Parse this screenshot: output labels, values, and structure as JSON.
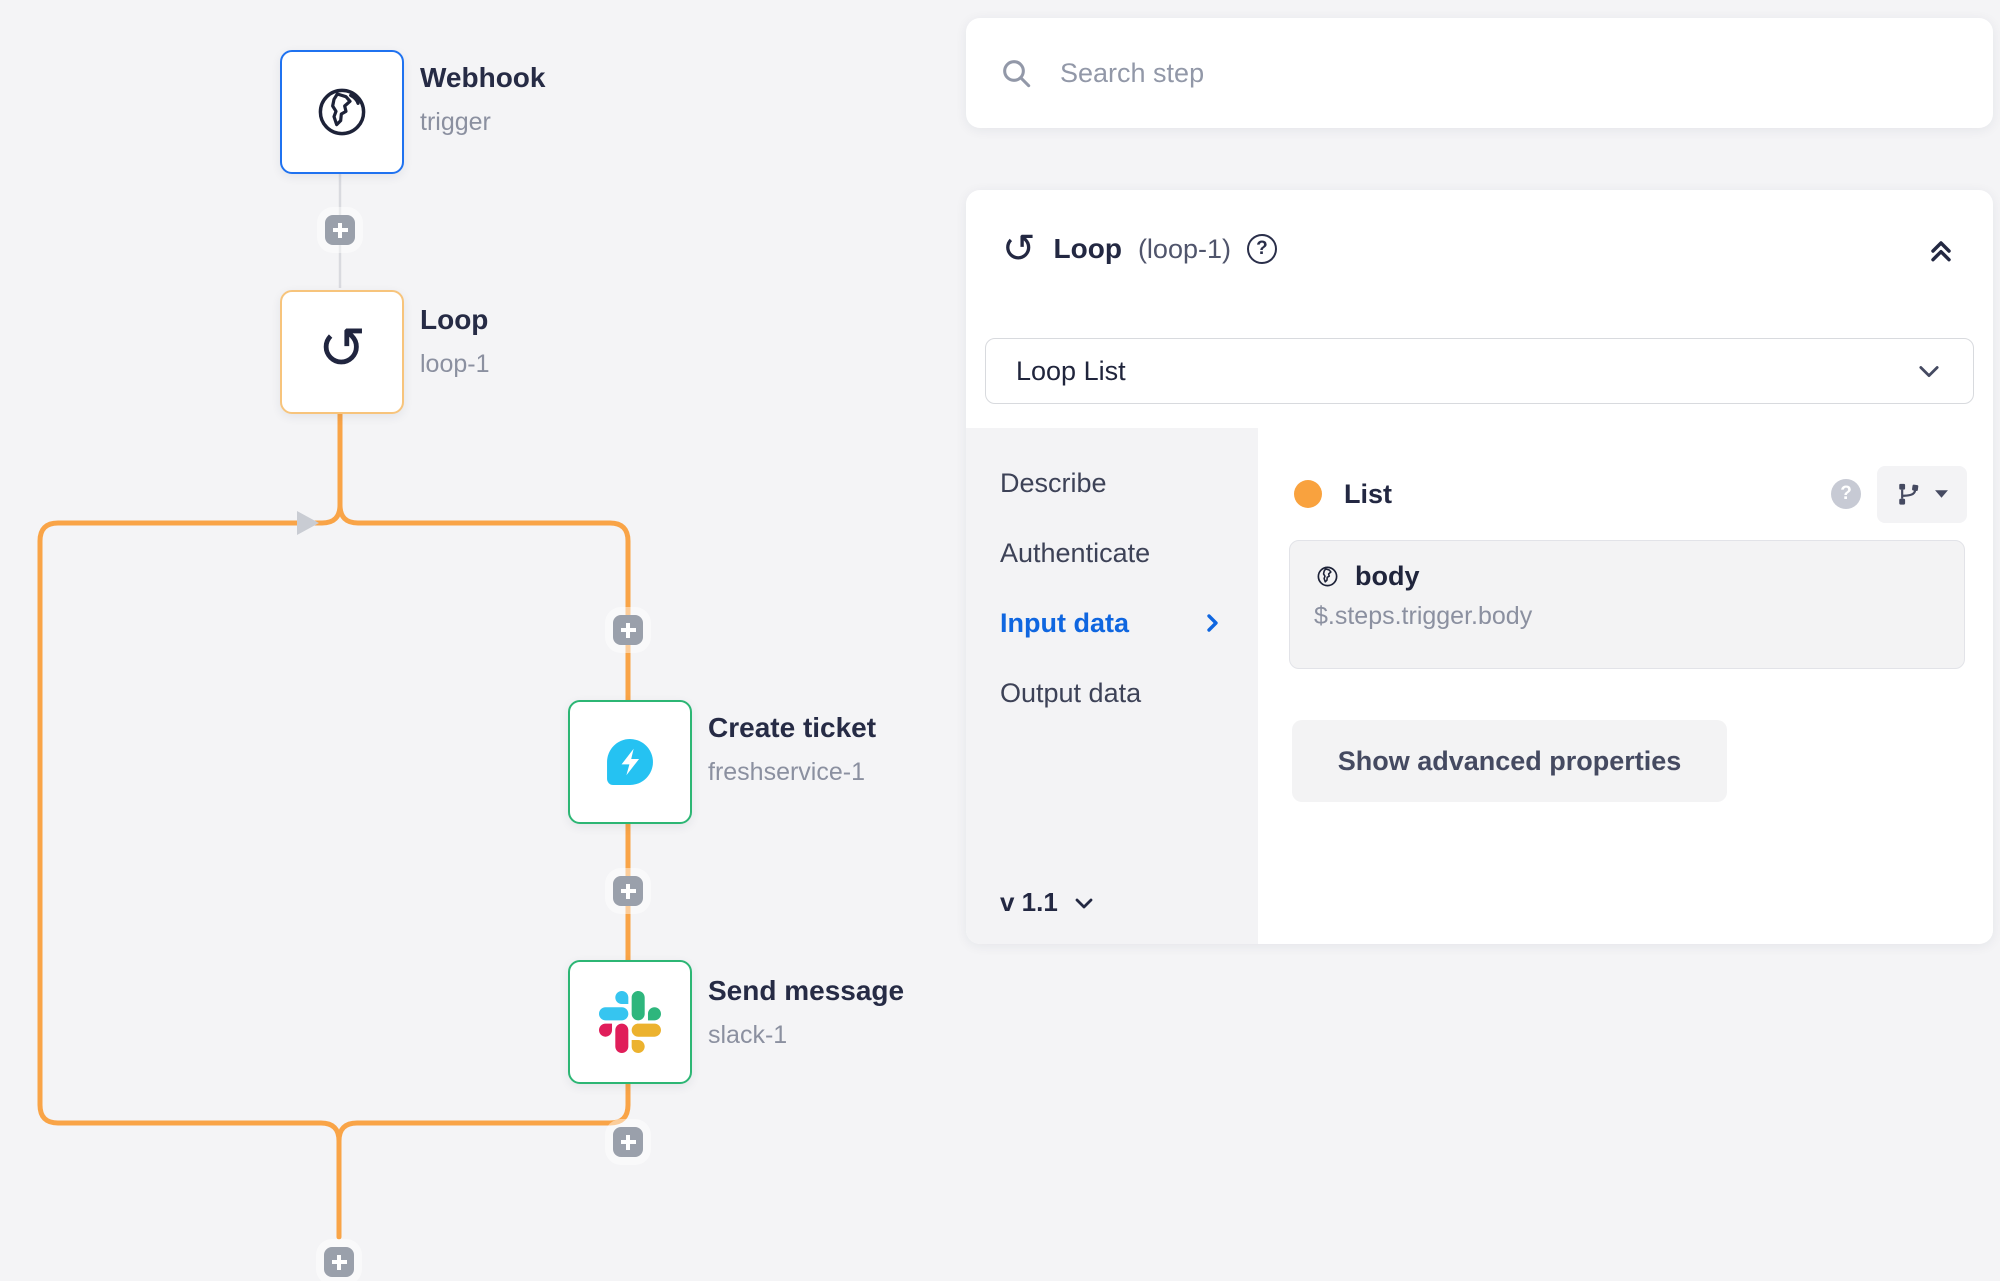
{
  "canvas": {
    "nodes": {
      "webhook": {
        "title": "Webhook",
        "subtitle": "trigger"
      },
      "loop": {
        "title": "Loop",
        "subtitle": "loop-1"
      },
      "create_ticket": {
        "title": "Create ticket",
        "subtitle": "freshservice-1"
      },
      "send_message": {
        "title": "Send message",
        "subtitle": "slack-1"
      }
    },
    "connector_color": "#f9a447",
    "node_border_colors": {
      "trigger": "#1f72f0",
      "loop": "#f7c47c",
      "action": "#2cb674"
    }
  },
  "search": {
    "placeholder": "Search step"
  },
  "inspector": {
    "title": "Loop",
    "step_id": "(loop-1)",
    "operation": "Loop List",
    "tabs": [
      "Describe",
      "Authenticate",
      "Input data",
      "Output data"
    ],
    "active_tab": "Input data",
    "field_label": "List",
    "pill": {
      "name": "body",
      "path": "$.steps.trigger.body"
    },
    "advanced_label": "Show advanced properties",
    "version": "v 1.1"
  },
  "icons": {
    "loop_glyph": "↺",
    "help_glyph": "?"
  }
}
